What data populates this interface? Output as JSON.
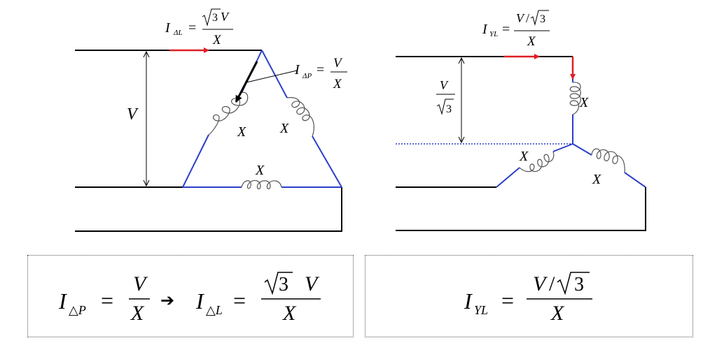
{
  "colors": {
    "line": "#000000",
    "wire": "#2b3fc9",
    "current_arrow": "#e11d24",
    "coil": "#555555"
  },
  "delta": {
    "line_current": {
      "symbol": "I",
      "subscript": "ΔL",
      "eq": "=",
      "root": "3",
      "num_var": "V",
      "den": "X"
    },
    "phase_current": {
      "symbol": "I",
      "subscript": "ΔP",
      "eq": "=",
      "num": "V",
      "den": "X"
    },
    "voltage_label": "V",
    "reactance_labels": [
      "X",
      "X",
      "X"
    ]
  },
  "wye": {
    "line_current": {
      "symbol": "I",
      "subscript": "YL",
      "eq": "=",
      "num_var": "V",
      "slash": "/",
      "root": "3",
      "den": "X"
    },
    "voltage": {
      "num": "V",
      "root": "3"
    },
    "reactance_labels": [
      "X",
      "X",
      "X"
    ]
  },
  "formula_boxes": {
    "left": {
      "lhs": {
        "symbol": "I",
        "subscript": "△P"
      },
      "eq": "=",
      "frac": {
        "num": "V",
        "den": "X"
      },
      "arrow": "➔",
      "rhs": {
        "symbol": "I",
        "subscript": "△L"
      },
      "eq2": "=",
      "frac2": {
        "root": "3",
        "num_var": "V",
        "den": "X"
      }
    },
    "right": {
      "lhs": {
        "symbol": "I",
        "subscript": "YL"
      },
      "eq": "=",
      "frac": {
        "num_var": "V",
        "slash": "/",
        "root": "3",
        "den": "X"
      }
    }
  }
}
